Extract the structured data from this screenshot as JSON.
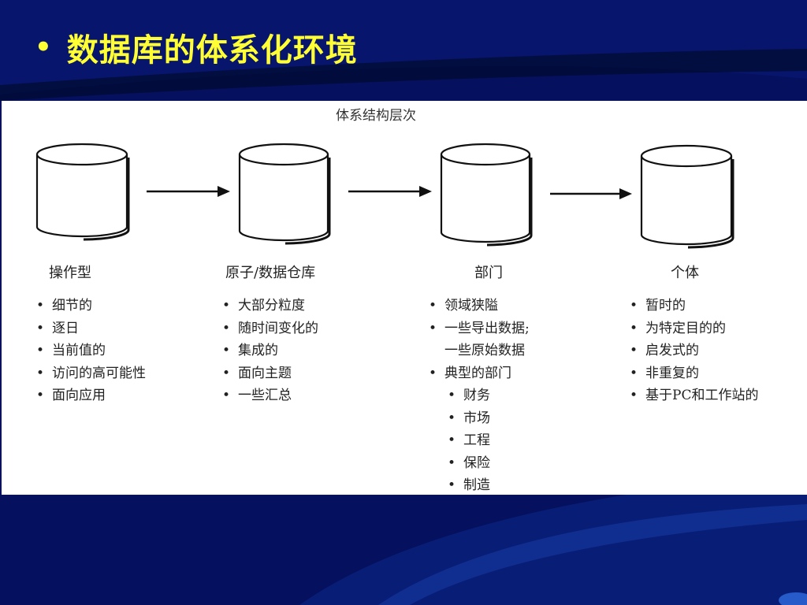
{
  "slide": {
    "title": "数据库的体系化环境",
    "bullet": "•"
  },
  "diagram": {
    "caption": "体系结构层次",
    "columns": [
      {
        "title": "操作型",
        "items": [
          "细节的",
          "逐日",
          "当前值的",
          "访问的高可能性",
          "面向应用"
        ]
      },
      {
        "title": "原子/数据仓库",
        "items": [
          "大部分粒度",
          "随时间变化的",
          "集成的",
          "面向主题",
          "一些汇总"
        ]
      },
      {
        "title": "部门",
        "items": [
          "领域狭隘",
          "一些导出数据;",
          "一些原始数据",
          "典型的部门",
          "财务",
          "市场",
          "工程",
          "保险",
          "制造"
        ]
      },
      {
        "title": "个体",
        "items": [
          "暂时的",
          "为特定目的的",
          "启发式的",
          "非重复的",
          "基于PC和工作站的"
        ]
      }
    ]
  },
  "colors": {
    "background": "#05105e",
    "title": "#ffff33",
    "panel": "#ffffff"
  }
}
